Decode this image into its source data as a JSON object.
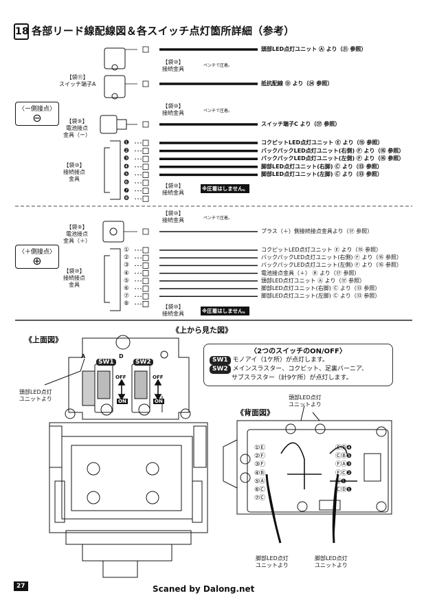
{
  "header": {
    "step_number": "18",
    "title": "各部リード線配線図＆各スイッチ点灯箇所詳細（参考）"
  },
  "minus_section": {
    "side_label": "〈ー側接点〉",
    "side_symbol": "⊖",
    "switch_terminal_label": "【袋⑪】\nスイッチ端子A",
    "battery_contact_label": "【袋⑨】\n電池接点\n金具（ー）",
    "connector_label": "【袋⑩】\n接続接点\n金具",
    "fitting_label_1": "【袋⑩】\n接続金具",
    "fitting_label_2": "【袋⑩】\n接続金具",
    "fitting_label_3": "【袋⑩】\n接続金具",
    "pliers_note": "ペンチで圧着。",
    "no_crimp_note": "※圧着はしません。",
    "wire_top": "頭部LED点灯ユニット Ⓐ より（⑪ 参照）",
    "wire_resistor": "抵抗配線 Ⓓ より（⑭ 参照）",
    "wire_switch_c": "スイッチ端子C より（⑰ 参照）",
    "numbered_wires": [
      {
        "num": "❶",
        "text": "コクピットLED点灯ユニット Ⓔ より（⑮ 参照）"
      },
      {
        "num": "❷",
        "text": "バックパックLED点灯ユニット(右側) Ⓕ より（⑯ 参照）"
      },
      {
        "num": "❸",
        "text": "バックパックLED点灯ユニット(左側) Ⓕ より（⑯ 参照）"
      },
      {
        "num": "❹",
        "text": "脚部LED点灯ユニット(右脚) Ⓒ より（⑬ 参照）"
      },
      {
        "num": "❺",
        "text": "脚部LED点灯ユニット(左脚) Ⓒ より（⑬ 参照）"
      },
      {
        "num": "❻",
        "text": ""
      },
      {
        "num": "❼",
        "text": ""
      },
      {
        "num": "❽",
        "text": ""
      }
    ]
  },
  "plus_section": {
    "side_label": "〈＋側接点〉",
    "side_symbol": "⊕",
    "battery_contact_label": "【袋⑨】\n電池接点\n金具（＋）",
    "connector_label": "【袋⑩】\n接続接点\n金具",
    "fitting_label_1": "【袋⑩】\n接続金具",
    "fitting_label_2": "【袋⑩】\n接続金具",
    "pliers_note": "ペンチで圧着。",
    "no_crimp_note": "※圧着はしません。",
    "wire_plus": "プラス（＋）側接続接点金具より（⑰ 参照）",
    "numbered_wires": [
      {
        "num": "①",
        "text": "コクピットLED点灯ユニット Ⓔ より（⑮ 参照）"
      },
      {
        "num": "②",
        "text": "バックパックLED点灯ユニット(右側) Ⓕ より（⑯ 参照）"
      },
      {
        "num": "③",
        "text": "バックパックLED点灯ユニット(左側) Ⓕ より（⑯ 参照）"
      },
      {
        "num": "④",
        "text": "電池接点金具（＋） Ⓑ より（⑰ 参照）"
      },
      {
        "num": "⑤",
        "text": "頭部LED点灯ユニット Ⓐ より（⑰ 参照）"
      },
      {
        "num": "⑥",
        "text": "脚部LED点灯ユニット(右脚) Ⓒ より（⑬ 参照）"
      },
      {
        "num": "⑦",
        "text": "脚部LED点灯ユニット(左脚) Ⓒ より（⑬ 参照）"
      },
      {
        "num": "⑧",
        "text": ""
      }
    ]
  },
  "bottom": {
    "top_view_title": "《上から見た図》",
    "top_face_title": "《上面図》",
    "back_face_title": "《背面図》",
    "head_unit_label": "頭部LED点灯\nユニットより",
    "head_unit_label_2": "頭部LED点灯\nユニットより",
    "leg_unit_label_1": "脚部LED点灯\nユニットより",
    "leg_unit_label_2": "脚部LED点灯\nユニットより",
    "off_label": "OFF",
    "on_label": "ON",
    "marker_a": "A",
    "marker_d": "D",
    "sw1": "SW1",
    "sw2": "SW2",
    "switch_card_title": "〈2つのスイッチのON/OFF〉",
    "sw1_desc": "モノアイ（1ケ所）が点灯します。",
    "sw2_desc_1": "メインスラスター、コクピット、足裏バーニア、",
    "sw2_desc_2": "サブスラスター（計9ケ所）が点灯します。",
    "back_left_rows": [
      "①Ⓔ",
      "②Ⓕ",
      "③Ⓕ",
      "④Ⓑ",
      "⑤Ⓐ",
      "⑥Ⓒ",
      "⑦Ⓒ"
    ],
    "back_right_rows": [
      "ⒺⒹ❹",
      "ⒸⒷ❺",
      "ⒻⒶ❸",
      "ⒻⒸ❷",
      "Ⓔ❶",
      "ⒸⒹ❶"
    ]
  },
  "footer": {
    "page_number": "27",
    "credit": "Scaned by Dalong.net"
  }
}
